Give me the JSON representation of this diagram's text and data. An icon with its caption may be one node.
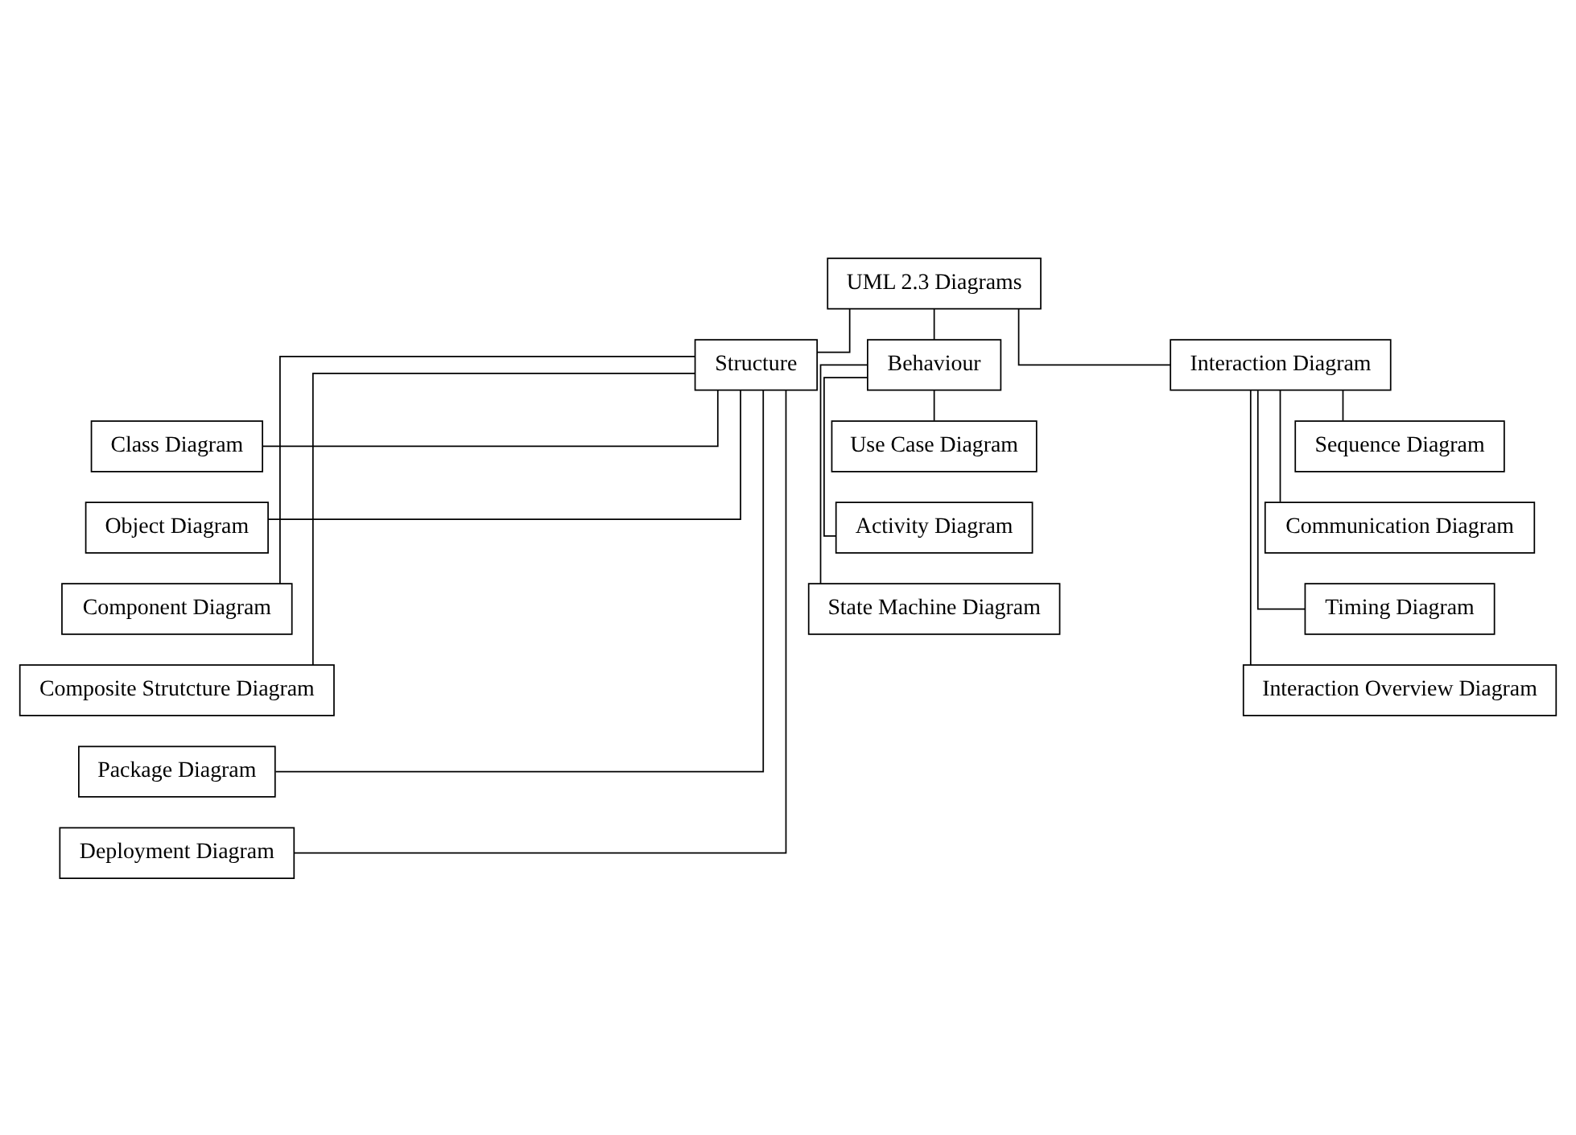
{
  "diagram": {
    "nodes": [
      {
        "text": [
          "UML 2.3 Diagrams"
        ]
      },
      {
        "text": [
          "Structure"
        ]
      },
      {
        "text": [
          "Behaviour"
        ]
      },
      {
        "text": [
          "Interaction Diagram"
        ]
      },
      {
        "text": [
          "Class Diagram"
        ]
      },
      {
        "text": [
          "Object Diagram"
        ]
      },
      {
        "text": [
          "Component Diagram"
        ]
      },
      {
        "text": [
          "Composite Strutcture Diagram"
        ]
      },
      {
        "text": [
          "Package Diagram"
        ]
      },
      {
        "text": [
          "Deployment Diagram"
        ]
      },
      {
        "text": [
          "Use Case Diagram"
        ]
      },
      {
        "text": [
          "Activity Diagram"
        ]
      },
      {
        "text": [
          "State Machine Diagram"
        ]
      },
      {
        "text": [
          "Sequence Diagram"
        ]
      },
      {
        "text": [
          "Communication Diagram"
        ]
      },
      {
        "text": [
          "Timing Diagram"
        ]
      },
      {
        "text": [
          "Interaction Overview Diagram"
        ]
      }
    ],
    "edges": [
      {
        "from": 0,
        "to": 1,
        "arrow": "none"
      },
      {
        "from": 0,
        "to": 2,
        "arrow": "none"
      },
      {
        "from": 0,
        "to": 3,
        "arrow": "none"
      },
      {
        "from": 1,
        "to": 4,
        "arrow": "none"
      },
      {
        "from": 1,
        "to": 5,
        "arrow": "none"
      },
      {
        "from": 1,
        "to": 6,
        "arrow": "none"
      },
      {
        "from": 1,
        "to": 7,
        "arrow": "none"
      },
      {
        "from": 1,
        "to": 8,
        "arrow": "none"
      },
      {
        "from": 1,
        "to": 9,
        "arrow": "none"
      },
      {
        "from": 2,
        "to": 10,
        "arrow": "none"
      },
      {
        "from": 2,
        "to": 11,
        "arrow": "none"
      },
      {
        "from": 2,
        "to": 12,
        "arrow": "none"
      },
      {
        "from": 3,
        "to": 13,
        "arrow": "none"
      },
      {
        "from": 3,
        "to": 14,
        "arrow": "none"
      },
      {
        "from": 3,
        "to": 15,
        "arrow": "none"
      },
      {
        "from": 3,
        "to": 16,
        "arrow": "none"
      }
    ]
  }
}
